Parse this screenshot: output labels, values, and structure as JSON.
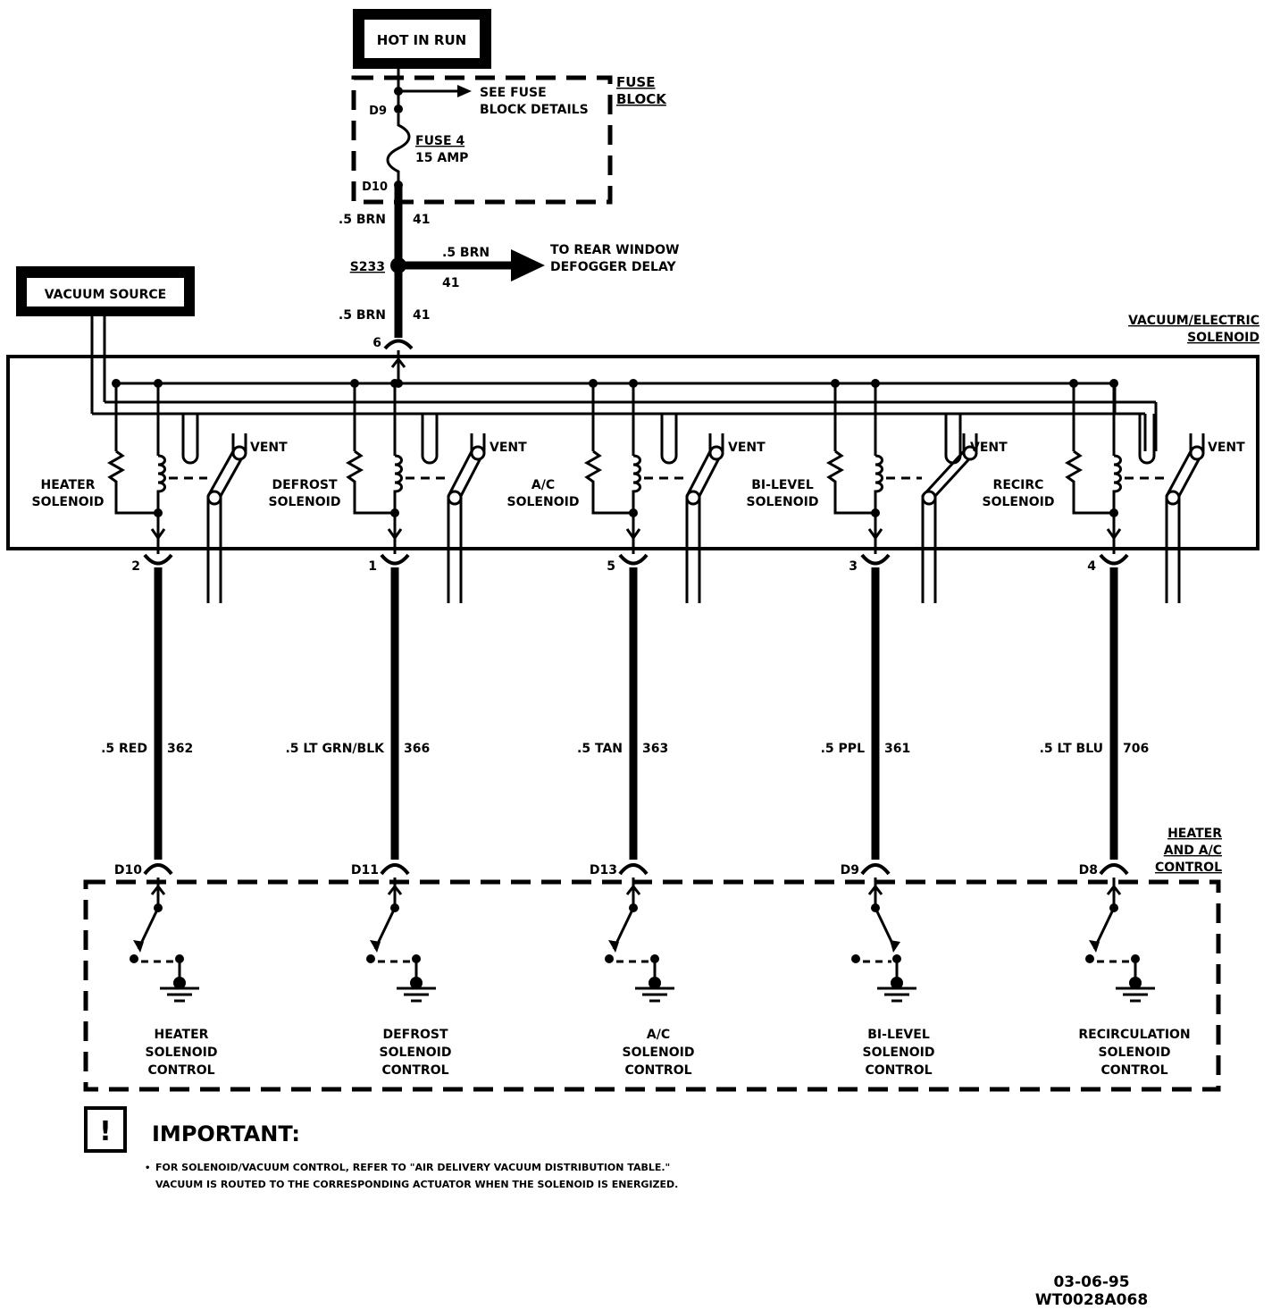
{
  "power": {
    "hot_in_run": "HOT IN RUN",
    "fuse_block_line1": "FUSE",
    "fuse_block_line2": "BLOCK",
    "see_fuse_line1": "SEE FUSE",
    "see_fuse_line2": "BLOCK DETAILS",
    "fuse_in_pin": "D9",
    "fuse_out_pin": "D10",
    "fuse_name": "FUSE 4",
    "fuse_rating": "15 AMP",
    "wire_top_size": ".5 BRN",
    "wire_top_circuit": "41",
    "splice": "S233",
    "branch_size": ".5 BRN",
    "branch_circuit": "41",
    "rear_line1": "TO REAR WINDOW",
    "rear_line2": "DEFOGGER DELAY",
    "wire_bottom_size": ".5 BRN",
    "wire_bottom_circuit": "41",
    "solenoid_pin": "6"
  },
  "vacuum_source": "VACUUM SOURCE",
  "solenoid_block": {
    "label_line1": "VACUUM/ELECTRIC",
    "label_line2": "SOLENOID",
    "vent_label": "VENT"
  },
  "control_block": {
    "label_line1": "HEATER",
    "label_line2": "AND A/C",
    "label_line3": "CONTROL"
  },
  "channels": [
    {
      "sol_line1": "HEATER",
      "sol_line2": "SOLENOID",
      "pin": "2",
      "wire_size": ".5 RED",
      "circuit": "362",
      "control_pin": "D10",
      "ctrl_line1": "HEATER",
      "ctrl_line2": "SOLENOID",
      "ctrl_line3": "CONTROL"
    },
    {
      "sol_line1": "DEFROST",
      "sol_line2": "SOLENOID",
      "pin": "1",
      "wire_size": ".5 LT GRN/BLK",
      "circuit": "366",
      "control_pin": "D11",
      "ctrl_line1": "DEFROST",
      "ctrl_line2": "SOLENOID",
      "ctrl_line3": "CONTROL"
    },
    {
      "sol_line1": "A/C",
      "sol_line2": "SOLENOID",
      "pin": "5",
      "wire_size": ".5 TAN",
      "circuit": "363",
      "control_pin": "D13",
      "ctrl_line1": "A/C",
      "ctrl_line2": "SOLENOID",
      "ctrl_line3": "CONTROL"
    },
    {
      "sol_line1": "BI-LEVEL",
      "sol_line2": "SOLENOID",
      "pin": "3",
      "wire_size": ".5 PPL",
      "circuit": "361",
      "control_pin": "D9",
      "ctrl_line1": "BI-LEVEL",
      "ctrl_line2": "SOLENOID",
      "ctrl_line3": "CONTROL"
    },
    {
      "sol_line1": "RECIRC",
      "sol_line2": "SOLENOID",
      "pin": "4",
      "wire_size": ".5 LT BLU",
      "circuit": "706",
      "control_pin": "D8",
      "ctrl_line1": "RECIRCULATION",
      "ctrl_line2": "SOLENOID",
      "ctrl_line3": "CONTROL"
    }
  ],
  "important": {
    "icon": "!",
    "title": "IMPORTANT:",
    "bullet": "•",
    "line1": "FOR SOLENOID/VACUUM CONTROL, REFER TO \"AIR DELIVERY VACUUM DISTRIBUTION TABLE.\"",
    "line2": "VACUUM IS ROUTED TO THE CORRESPONDING ACTUATOR WHEN THE SOLENOID IS ENERGIZED."
  },
  "footer": {
    "date": "03-06-95",
    "code": "WT0028A068"
  }
}
